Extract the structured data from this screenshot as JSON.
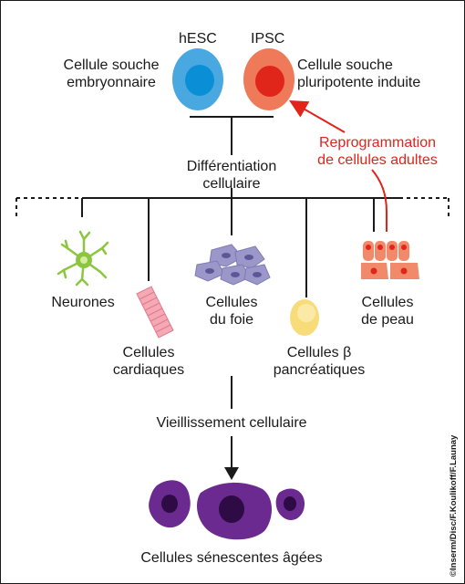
{
  "top": {
    "hesc": {
      "abbr": "hESC",
      "label_line1": "Cellule souche",
      "label_line2": "embryonnaire"
    },
    "ipsc": {
      "abbr": "IPSC",
      "label_line1": "Cellule souche",
      "label_line2": "pluripotente induite"
    }
  },
  "reprogramming": {
    "line1": "Reprogrammation",
    "line2": "de cellules adultes"
  },
  "differentiation": {
    "line1": "Différentiation",
    "line2": "cellulaire"
  },
  "cell_types": {
    "neurones": "Neurones",
    "cardiaques": {
      "line1": "Cellules",
      "line2": "cardiaques"
    },
    "foie": {
      "line1": "Cellules",
      "line2": "du foie"
    },
    "beta": {
      "line1": "Cellules β",
      "line2": "pancréatiques"
    },
    "peau": {
      "line1": "Cellules",
      "line2": "de peau"
    }
  },
  "aging": "Vieillissement cellulaire",
  "senescent": "Cellules sénescentes âgées",
  "credit": "©Inserm/Disc/F.Koulikoff/F.Launay",
  "colors": {
    "hesc_cell": "#4aa8e0",
    "hesc_nucleus": "#0a8fd6",
    "ipsc_cell": "#ef7a5a",
    "ipsc_nucleus": "#e0261b",
    "arrow_red": "#e2231a",
    "neuron": "#8cc63f",
    "cardiac": "#f4a9b5",
    "liver": "#9b97c9",
    "beta": "#f8dc7a",
    "skin": "#f08a6a",
    "senescent": "#6a2a8f"
  }
}
